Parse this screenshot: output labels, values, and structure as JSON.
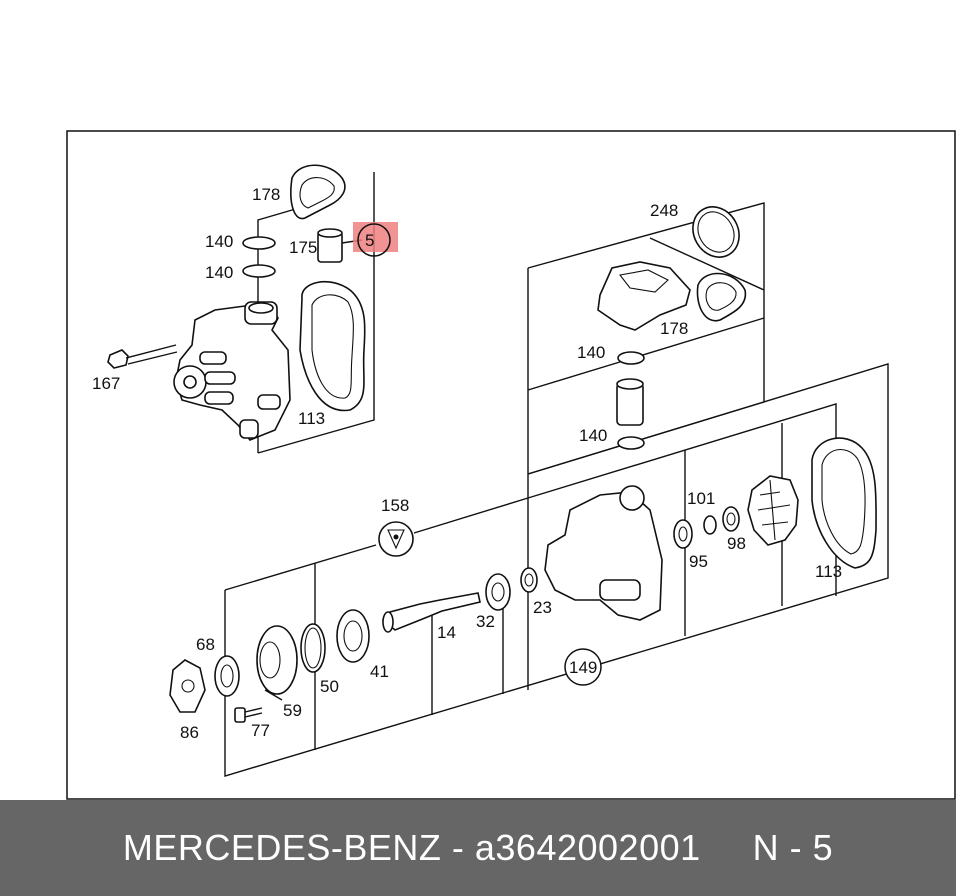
{
  "diagram": {
    "labels": {
      "l178a": "178",
      "l140a": "140",
      "l175": "175",
      "l140b": "140",
      "l167": "167",
      "l113a": "113",
      "l248": "248",
      "l178b": "178",
      "l140c": "140",
      "l140d": "140",
      "l158": "158",
      "l101": "101",
      "l95": "95",
      "l98": "98",
      "l113b": "113",
      "l23": "23",
      "l32": "32",
      "l14": "14",
      "l41": "41",
      "l50": "50",
      "l68": "68",
      "l59": "59",
      "l86": "86",
      "l77": "77",
      "l149": "149"
    },
    "highlight": {
      "label": "5",
      "color": "#f08080"
    }
  },
  "footer": {
    "brand": "MERCEDES-BENZ",
    "separator": "-",
    "part_number": "a3642002001",
    "position": "N - 5"
  }
}
